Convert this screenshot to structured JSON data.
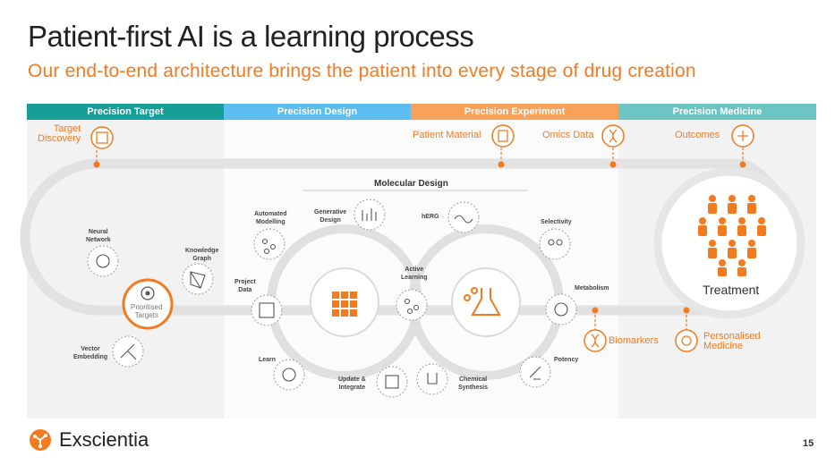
{
  "title": "Patient-first AI is a learning process",
  "subtitle": "Our end-to-end architecture brings the patient into every stage of drug creation",
  "stages": [
    {
      "label": "Precision Target",
      "color": "#169e98"
    },
    {
      "label": "Precision Design",
      "color": "#5bbdf0"
    },
    {
      "label": "Precision Experiment",
      "color": "#f7a15a"
    },
    {
      "label": "Precision Medicine",
      "color": "#6cc5c3"
    }
  ],
  "labels": {
    "target_discovery": "Target\nDiscovery",
    "patient_material": "Patient Material",
    "omics_data": "Omics Data",
    "outcomes": "Outcomes",
    "neural_network": "Neural\nNetwork",
    "knowledge_graph": "Knowledge\nGraph",
    "prioritised_targets": "Prioritised\nTargets",
    "vector_embedding": "Vector\nEmbedding",
    "automated_modelling": "Automated\nModelling",
    "generative_design": "Generative\nDesign",
    "herg": "hERG",
    "selectivity": "Selectivity",
    "project_data": "Project\nData",
    "active_learning": "Active\nLearning",
    "metabolism": "Metabolism",
    "learn": "Learn",
    "update_integrate": "Update &\nIntegrate",
    "chemical_synthesis": "Chemical\nSynthesis",
    "potency": "Potency",
    "molecular_design": "Molecular Design",
    "treatment": "Treatment",
    "biomarkers": "Biomarkers",
    "personalised_medicine": "Personalised\nMedicine"
  },
  "footer": {
    "company": "Exscientia",
    "page": "15"
  },
  "colors": {
    "accent": "#f47a20",
    "track": "#e0e0e0"
  }
}
